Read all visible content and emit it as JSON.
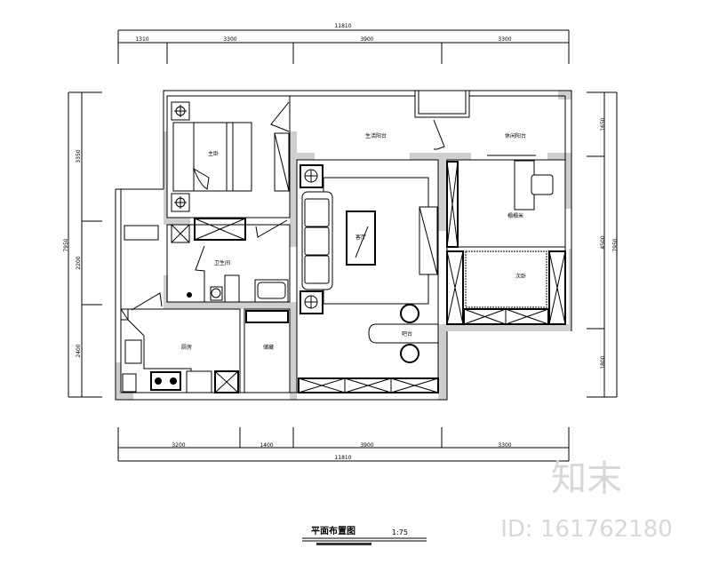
{
  "dimensions": {
    "top_total": "11810",
    "top": [
      "1310",
      "3300",
      "3900",
      "3300"
    ],
    "bottom": [
      "3200",
      "1400",
      "3900",
      "3300"
    ],
    "bottom_total": "11810",
    "left_total": "7950",
    "left": [
      "3350",
      "2200",
      "2400"
    ],
    "right": [
      "1650",
      "4500",
      "1800"
    ],
    "right_total": "7950"
  },
  "rooms": {
    "master_bedroom": "主卧",
    "bathroom": "卫生间",
    "balcony_left": "生活阳台",
    "balcony_right": "休闲阳台",
    "living_room": "客厅",
    "tatami_room": "榻榻米",
    "second_bedroom": "次卧",
    "kitchen": "厨房",
    "storage": "储藏",
    "bar": "吧台"
  },
  "title": {
    "text": "平面布置图",
    "scale": "1:75"
  },
  "watermark": {
    "logo": "知末",
    "id": "ID: 161762180"
  }
}
